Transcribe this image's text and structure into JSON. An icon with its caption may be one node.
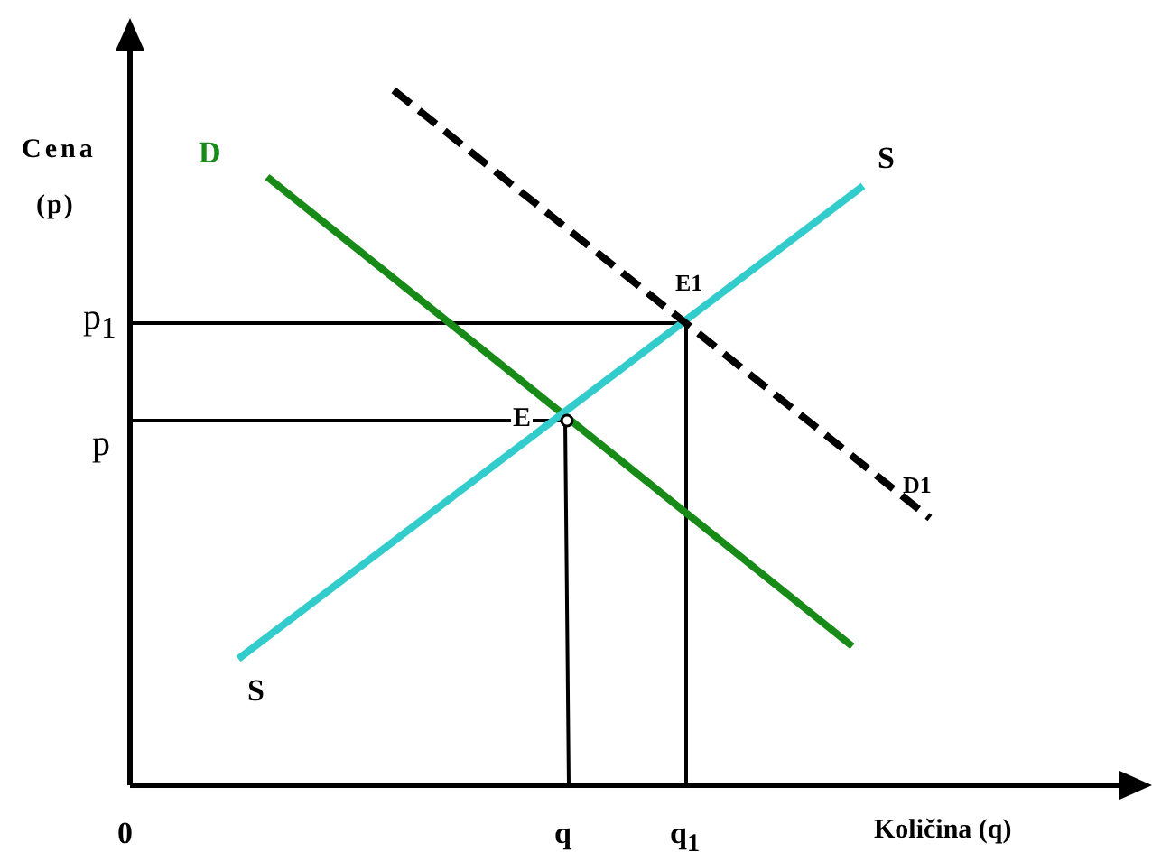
{
  "diagram": {
    "labels": [
      "Cena",
      "D",
      "S",
      "(p)",
      "E1",
      "p$_{1}$",
      "p",
      "E",
      "D1",
      "S",
      "0",
      "q",
      "q$_{1}$",
      "Količina (q)"
    ]
  }
}
